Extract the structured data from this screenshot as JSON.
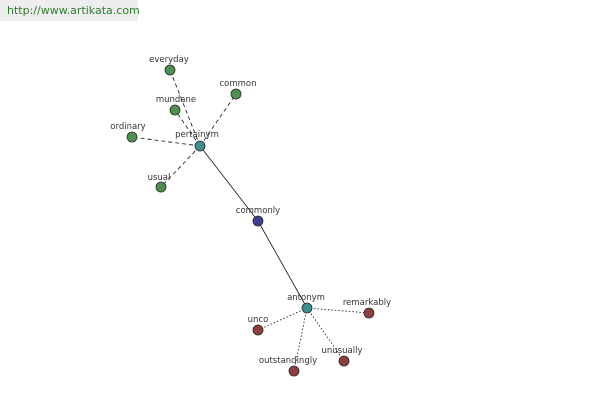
{
  "banner": {
    "url": "http://www.artikata.com"
  },
  "graph": {
    "colors": {
      "center": "#3b3f8f",
      "hub": "#3d8f8f",
      "pertainym_leaf": "#4f8f4f",
      "antonym_leaf": "#8f3f3f",
      "edge": "#111111"
    },
    "center": {
      "label": "commonly"
    },
    "pertainym": {
      "label": "pertainym",
      "leaves": [
        "everyday",
        "common",
        "mundane",
        "ordinary",
        "usual"
      ]
    },
    "antonym": {
      "label": "antonym",
      "leaves": [
        "remarkably",
        "unco",
        "unusually",
        "outstandingly"
      ]
    }
  }
}
